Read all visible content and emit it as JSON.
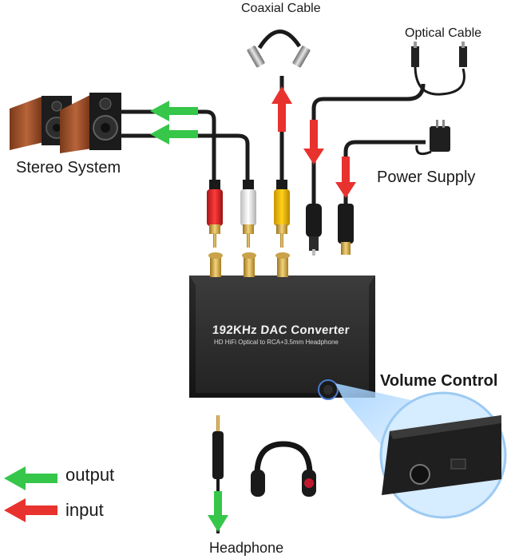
{
  "labels": {
    "coaxial_cable": "Coaxial Cable",
    "optical_cable": "Optical Cable",
    "stereo_system": "Stereo System",
    "power_supply": "Power Supply",
    "volume_control": "Volume Control",
    "headphone": "Headphone"
  },
  "legend": {
    "output": "output",
    "input": "input",
    "output_color": "#35c64a",
    "input_color": "#e8322e"
  },
  "device": {
    "title": "192KHz  DAC Converter",
    "subtitle": "HD HiFi Optical to RCA+3.5mm Headphone",
    "body_color": "#2b2b2b"
  },
  "icons": {
    "speakers": "speaker-pair-icon",
    "coax": "coaxial-cable-icon",
    "optical": "optical-cable-icon",
    "power": "power-adapter-icon",
    "headphones": "headphones-icon"
  }
}
